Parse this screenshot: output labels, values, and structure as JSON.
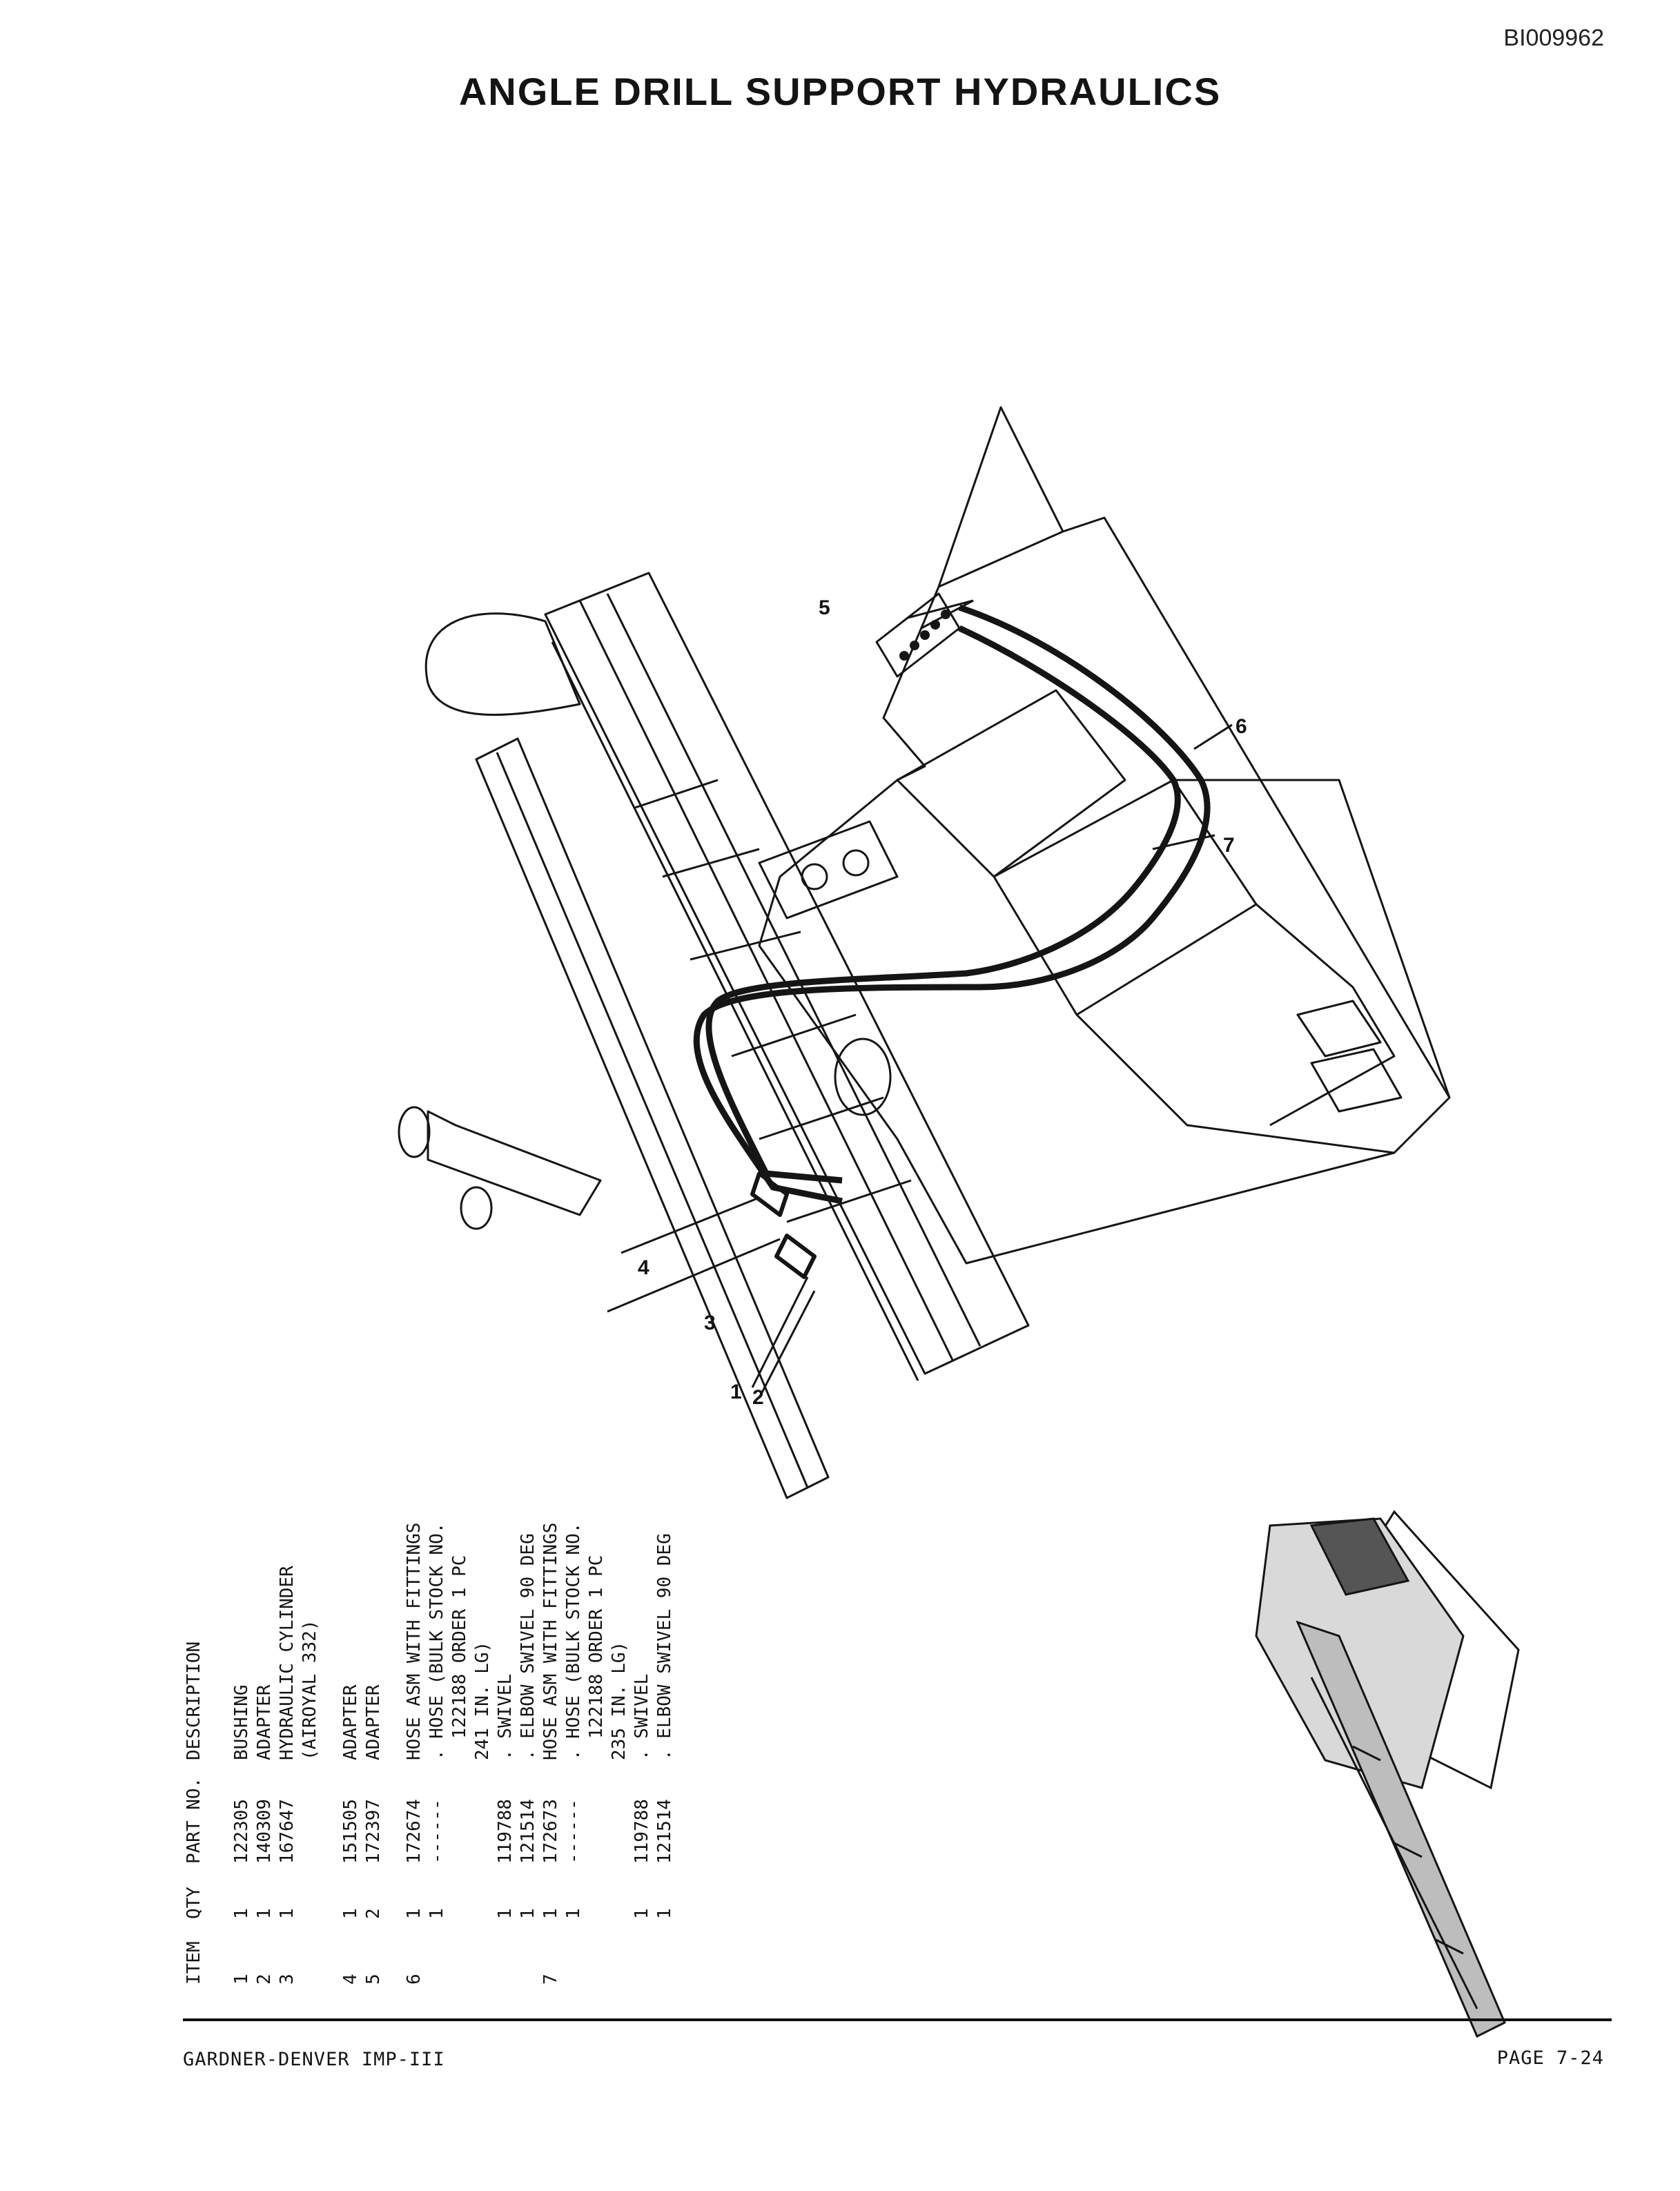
{
  "doc_id": "BI009962",
  "title": "ANGLE DRILL SUPPORT HYDRAULICS",
  "callouts": [
    "1",
    "2",
    "3",
    "4",
    "5",
    "6",
    "7"
  ],
  "parts_table": {
    "headers": {
      "item": "ITEM",
      "qty": "QTY",
      "part_no": "PART NO.",
      "description": "DESCRIPTION"
    },
    "rows": [
      {
        "item": "1",
        "qty": "1",
        "part_no": "122305",
        "description": "BUSHING"
      },
      {
        "item": "2",
        "qty": "1",
        "part_no": "140309",
        "description": "ADAPTER"
      },
      {
        "item": "3",
        "qty": "1",
        "part_no": "167647",
        "description": "HYDRAULIC CYLINDER"
      },
      {
        "item": "",
        "qty": "",
        "part_no": "",
        "description": "(AIROYAL 332)"
      },
      {
        "item": "4",
        "qty": "1",
        "part_no": "151505",
        "description": "ADAPTER"
      },
      {
        "item": "5",
        "qty": "2",
        "part_no": "172397",
        "description": "ADAPTER"
      },
      {
        "item": "6",
        "qty": "1",
        "part_no": "172674",
        "description": "HOSE ASM WITH FITTINGS"
      },
      {
        "item": "",
        "qty": "1",
        "part_no": "------",
        "description": ". HOSE (BULK STOCK NO."
      },
      {
        "item": "",
        "qty": "",
        "part_no": "",
        "description": "  122188 ORDER 1 PC"
      },
      {
        "item": "",
        "qty": "",
        "part_no": "",
        "description": "241 IN. LG)"
      },
      {
        "item": "",
        "qty": "1",
        "part_no": "119788",
        "description": ". SWIVEL"
      },
      {
        "item": "",
        "qty": "1",
        "part_no": "121514",
        "description": ". ELBOW SWIVEL 90 DEG"
      },
      {
        "item": "7",
        "qty": "1",
        "part_no": "172673",
        "description": "HOSE ASM WITH FITTINGS"
      },
      {
        "item": "",
        "qty": "1",
        "part_no": "------",
        "description": ". HOSE (BULK STOCK NO."
      },
      {
        "item": "",
        "qty": "",
        "part_no": "",
        "description": "  122188 ORDER 1 PC"
      },
      {
        "item": "",
        "qty": "",
        "part_no": "",
        "description": "235 IN. LG)"
      },
      {
        "item": "",
        "qty": "1",
        "part_no": "119788",
        "description": ". SWIVEL"
      },
      {
        "item": "",
        "qty": "1",
        "part_no": "121514",
        "description": ". ELBOW SWIVEL 90 DEG"
      }
    ]
  },
  "footer": {
    "left": "GARDNER-DENVER IMP-III",
    "right": "PAGE 7-24"
  }
}
